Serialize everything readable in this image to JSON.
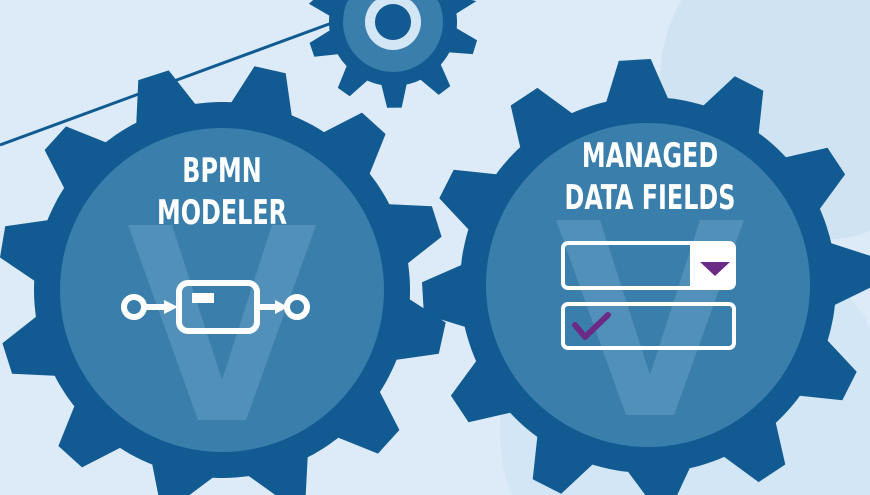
{
  "colors": {
    "background": "#dcebf7",
    "gear": "#115b92",
    "gear_face": "#3a7fab",
    "watermark": "#5b97bf",
    "accent": "#6a2a86",
    "white": "#ffffff"
  },
  "left_gear": {
    "title_line1": "BPMN",
    "title_line2": "MODELER",
    "watermark_letter": "V",
    "icon": "bpmn-task-flow-icon"
  },
  "right_gear": {
    "title_line1": "MANAGED",
    "title_line2": "DATA FIELDS",
    "watermark_letter": "V",
    "icons": [
      "dropdown-field-icon",
      "checkbox-field-icon"
    ]
  }
}
